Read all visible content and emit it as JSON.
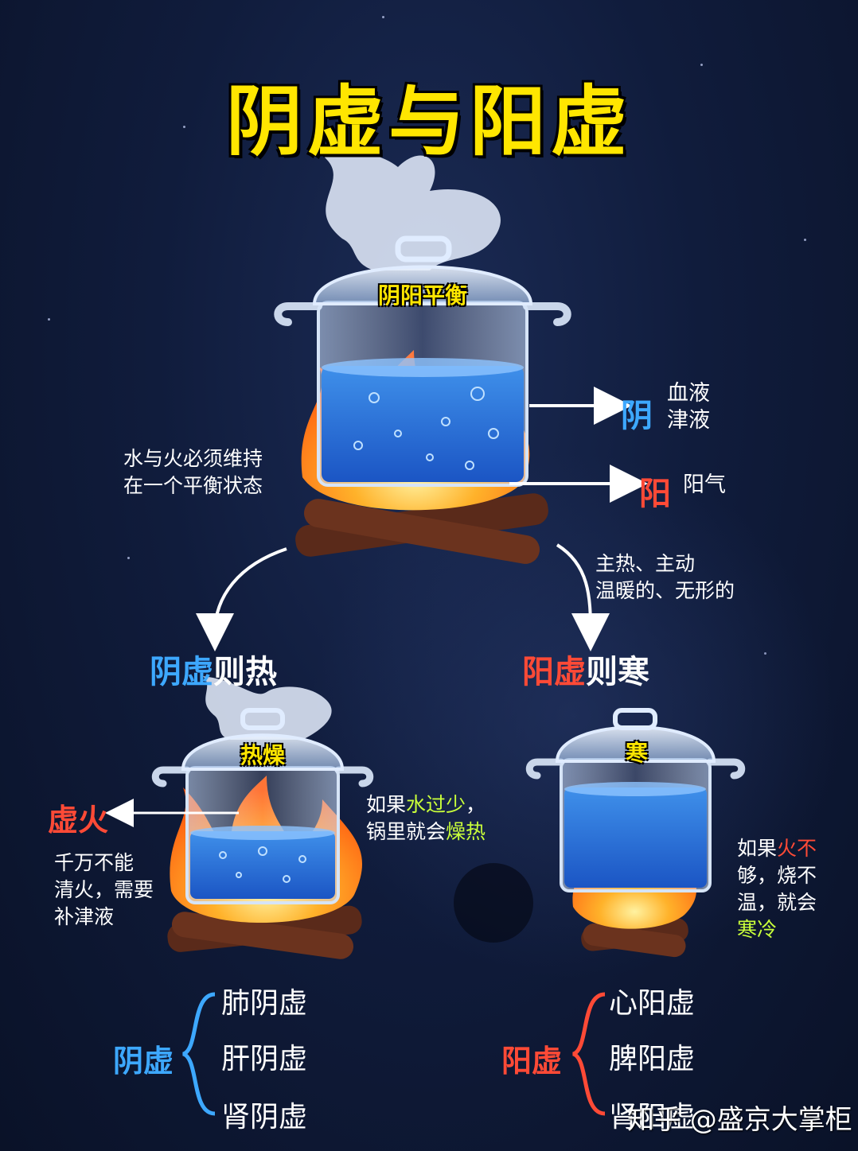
{
  "title": "阴虚与阳虚",
  "top_pot": {
    "badge": "阴阳平衡",
    "yin_char": "阴",
    "yin_desc": [
      "血液",
      "津液"
    ],
    "yang_char": "阳",
    "yang_desc": "阳气",
    "left_note": [
      "水与火必须维持",
      "在一个平衡状态"
    ],
    "right_note": [
      "主热、主动",
      "温暖的、无形的"
    ]
  },
  "left_branch": {
    "heading_a": "阴虚",
    "heading_b": "则热",
    "badge": "热燥",
    "fire_label": "虚火",
    "left_note": [
      "千万不能",
      "清火，需要",
      "补津液"
    ],
    "right_note_line1_a": "如果",
    "right_note_line1_b": "水过少",
    "right_note_line1_c": "，",
    "right_note_line2_a": "锅里就会",
    "right_note_line2_b": "燥热",
    "group_label": "阴虚",
    "items": [
      "肺阴虚",
      "肝阴虚",
      "肾阴虚"
    ]
  },
  "right_branch": {
    "heading_a": "阳虚",
    "heading_b": "则寒",
    "badge": "寒",
    "note_l1_a": "如果",
    "note_l1_b": "火不",
    "note_l2": "够，烧不",
    "note_l3": "温，就会",
    "note_l4": "寒冷",
    "group_label": "阳虚",
    "items": [
      "心阳虚",
      "脾阳虚",
      "肾阳虚"
    ]
  },
  "watermark": "知乎 @盛京大掌柜",
  "colors": {
    "yin": "#3da8ff",
    "yang": "#ff4a36",
    "title": "#ffe600",
    "highlight": "#c9ff3a"
  }
}
